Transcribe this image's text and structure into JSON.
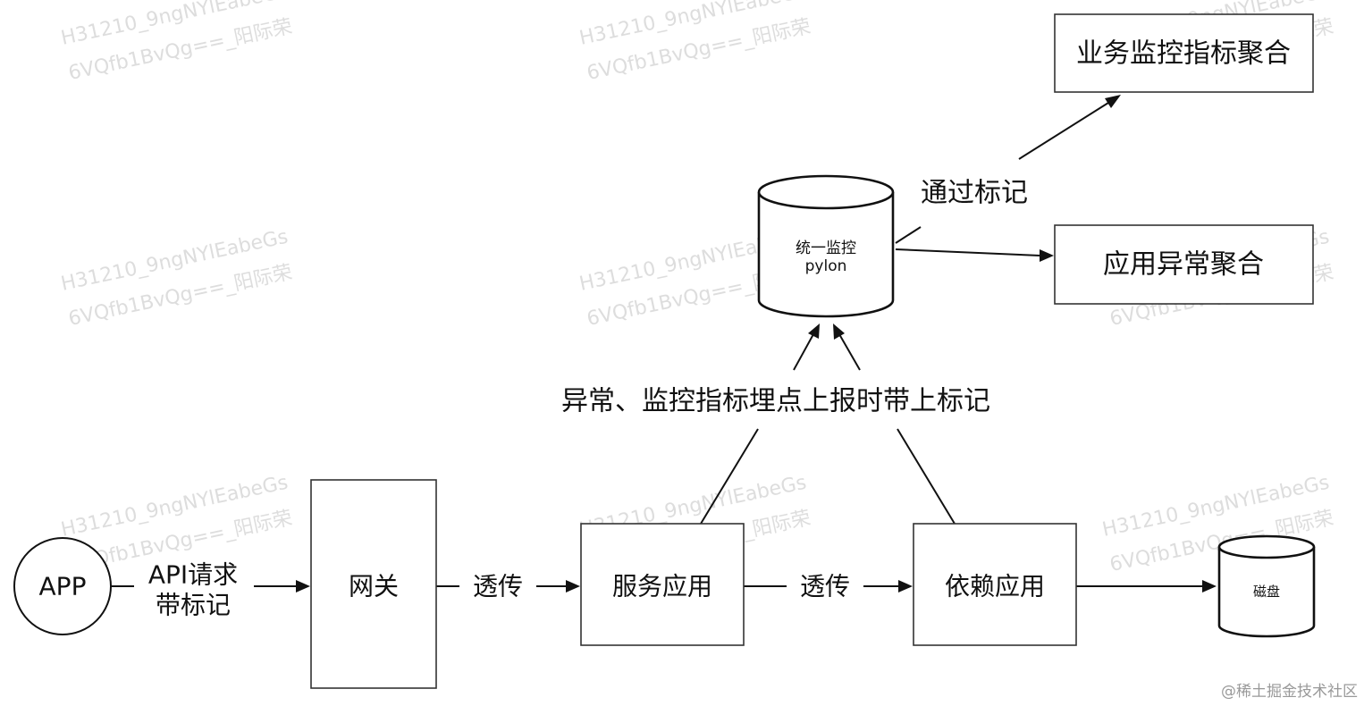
{
  "watermark": {
    "line1": "H31210_9ngNYlEabeGs",
    "line2": "6VQfb1BvQg==_阳际荣"
  },
  "nodes": {
    "app": "APP",
    "gateway": "网关",
    "service_app": "服务应用",
    "dependency_app": "依赖应用",
    "disk": "磁盘",
    "pylon_line1": "统一监控",
    "pylon_line2": "pylon",
    "biz_metric_agg": "业务监控指标聚合",
    "app_exception_agg": "应用异常聚合"
  },
  "edge_labels": {
    "api_request_line1": "API请求",
    "api_request_line2": "带标记",
    "passthrough_1": "透传",
    "passthrough_2": "透传",
    "report_with_tag": "异常、监控指标埋点上报时带上标记",
    "via_tag": "通过标记"
  },
  "credit": "@稀土掘金技术社区",
  "colors": {
    "stroke": "#111111",
    "box_border": "#333333",
    "watermark": "#d9d9d9",
    "credit": "#999999"
  }
}
